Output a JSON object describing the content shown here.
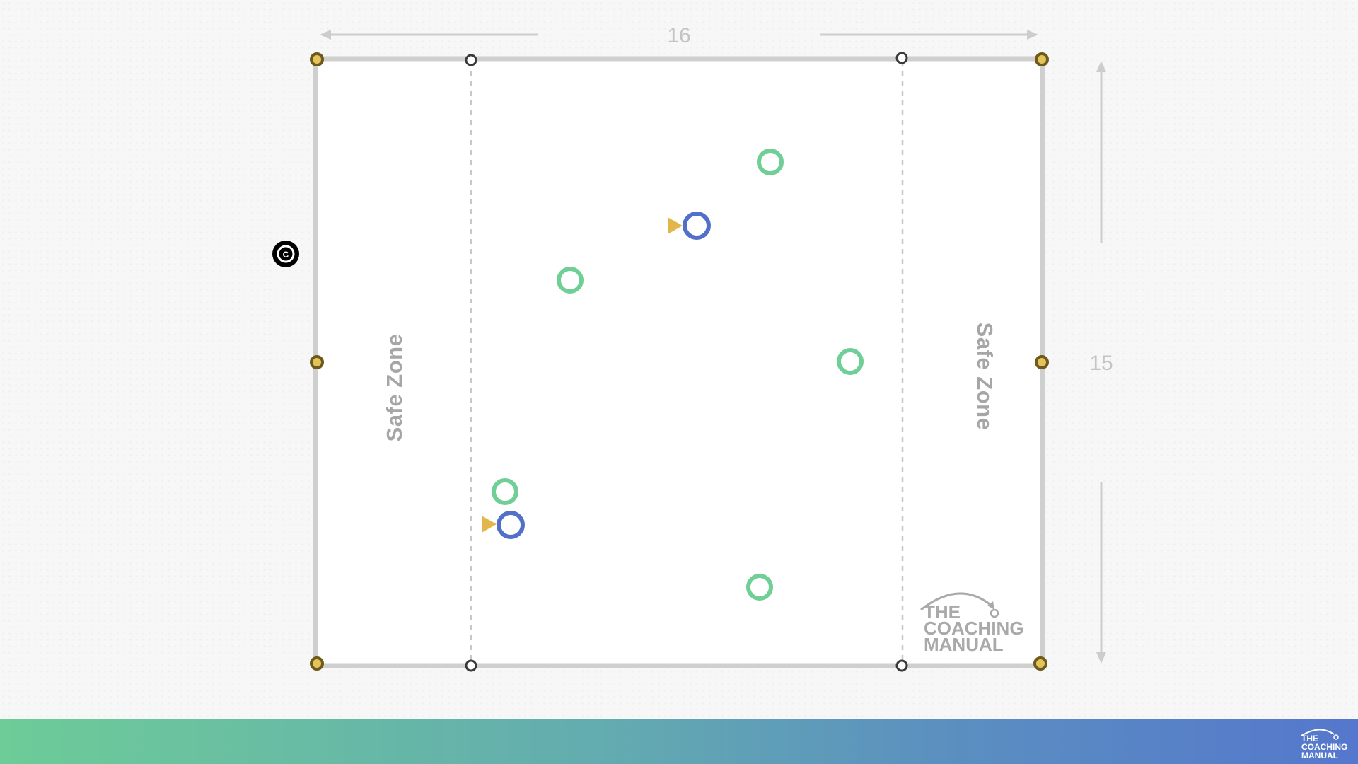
{
  "pitch": {
    "width_label": "16",
    "height_label": "15",
    "left_zone_label": "Safe Zone",
    "right_zone_label": "Safe Zone"
  },
  "coach_marker": {
    "letter": "C"
  },
  "players": {
    "attackers": [
      {
        "name": "green-player-1",
        "color": "#6fcf97"
      },
      {
        "name": "green-player-2",
        "color": "#6fcf97"
      },
      {
        "name": "green-player-3",
        "color": "#6fcf97"
      },
      {
        "name": "green-player-4",
        "color": "#6fcf97"
      },
      {
        "name": "green-player-5",
        "color": "#6fcf97"
      }
    ],
    "defenders": [
      {
        "name": "blue-player-1",
        "color": "#5270c9",
        "has_ball": true
      },
      {
        "name": "blue-player-2",
        "color": "#5270c9",
        "has_ball": true
      }
    ]
  },
  "watermark": {
    "line1": "THE",
    "line2": "COACHING",
    "line3": "MANUAL"
  },
  "footer": {
    "logo_line1": "THE",
    "logo_line2": "COACHING",
    "logo_line3": "MANUAL",
    "gradient_start": "#6dcc98",
    "gradient_end": "#5577cd"
  },
  "colors": {
    "pitch_line": "#cfcfcf",
    "cone_gold": "#b8962e",
    "ball_gold": "#e2b64a",
    "player_green": "#6fcf97",
    "player_blue": "#5270c9"
  }
}
